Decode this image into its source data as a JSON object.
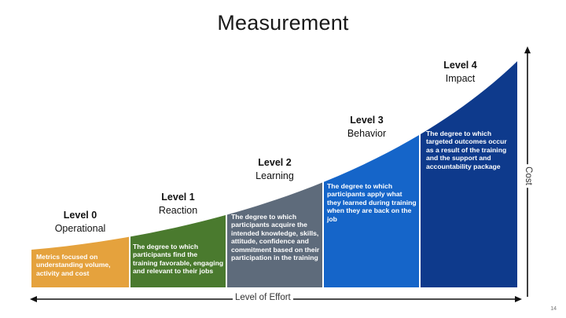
{
  "title": "Measurement",
  "levels": [
    {
      "name": "Level 0",
      "subtitle": "Operational",
      "description": "Metrics focused on understanding volume, activity and cost",
      "color": "#E5A23D"
    },
    {
      "name": "Level 1",
      "subtitle": "Reaction",
      "description": "The degree to which participants find the training favorable, engaging and relevant to their jobs",
      "color": "#4A7A2E"
    },
    {
      "name": "Level 2",
      "subtitle": "Learning",
      "description": "The degree to which participants acquire the intended knowledge, skills, attitude, confidence and commitment based on their participation in the training",
      "color": "#5E6B7B"
    },
    {
      "name": "Level 3",
      "subtitle": "Behavior",
      "description": "The degree to which participants apply what they learned during training when they are back on the job",
      "color": "#1565C9"
    },
    {
      "name": "Level 4",
      "subtitle": "Impact",
      "description": "The degree to which targeted outcomes occur as a result of the training and the support and accountability package",
      "color": "#0E3A8C"
    }
  ],
  "x_axis": {
    "label": "Level of Effort"
  },
  "y_axis": {
    "label": "Cost"
  },
  "page_number": "14"
}
